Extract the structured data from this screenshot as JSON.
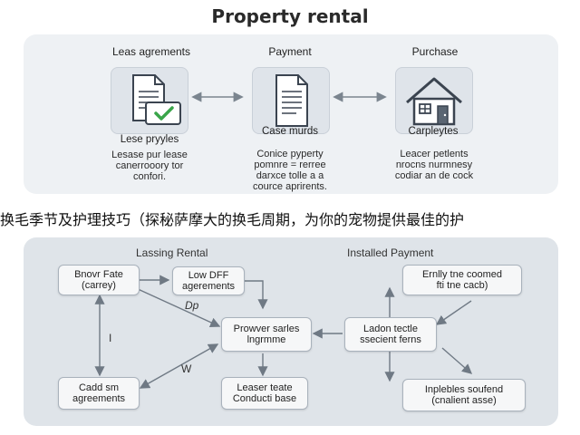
{
  "title": "Property rental",
  "top_panel": {
    "columns": [
      {
        "heading": "Leas agrements",
        "icon": "document-check-icon",
        "card_label": "Lese pryyles",
        "desc": [
          "Lesase pur lease",
          "canerrooory tor",
          "confori."
        ]
      },
      {
        "heading": "Payment",
        "icon": "document-icon",
        "card_label": "Case murds",
        "desc": [
          "Conice pyperty",
          "pomnre = rerree",
          "darxce tolle a a",
          "cource aprirents."
        ]
      },
      {
        "heading": "Purchase",
        "icon": "house-icon",
        "card_label": "Carpleytes",
        "desc": [
          "Leacer petlents",
          "nrocns nurmnesy",
          "codiar an de cock"
        ]
      }
    ]
  },
  "banner_text": "换毛季节及护理技巧（探秘萨摩大的换毛周期，为你的宠物提供最佳的护",
  "bottom_panel": {
    "left_heading": "Lassing Rental",
    "right_heading": "Installed Payment",
    "nodes": {
      "n1": [
        "Bnovr Fate",
        "(carrey)"
      ],
      "n2": [
        "Low DFF",
        "agerements"
      ],
      "n3": [
        "Prowver sarles",
        "lngrmme"
      ],
      "n4": [
        "Cadd sm",
        "agreements"
      ],
      "n5": [
        "Leaser teate",
        "Conducti base"
      ],
      "n6": [
        "Ladon tectle",
        "ssecient ferns"
      ],
      "n7": [
        "Ernlly tne coomed",
        "fti tne cacb)"
      ],
      "n8": [
        "Inplebles soufend",
        "(cnalient asse)"
      ]
    },
    "edge_labels": {
      "dp": "Dp",
      "i": "I",
      "w": "W"
    }
  },
  "colors": {
    "accent_green": "#3aa54a",
    "arrow": "#7b858f",
    "icon_stroke": "#3b4450"
  }
}
